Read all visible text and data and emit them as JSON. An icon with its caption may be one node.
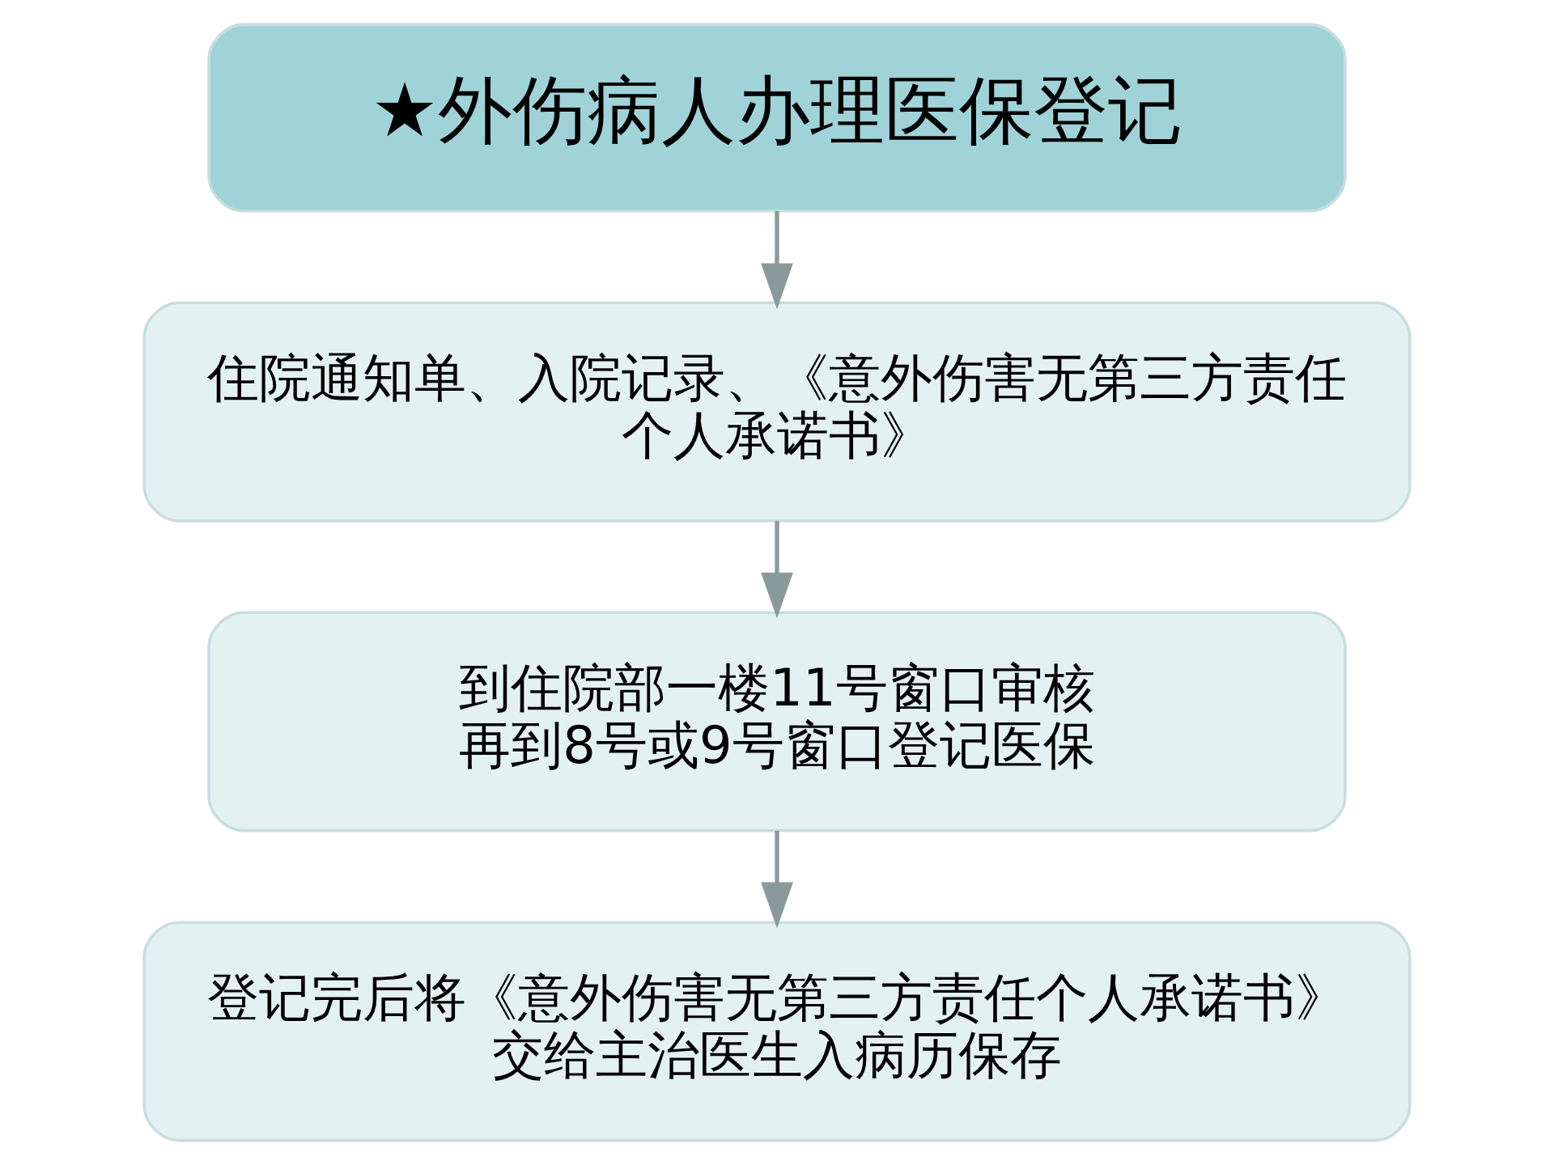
{
  "diagram": {
    "nodes": [
      {
        "text": [
          "★外伤病人办理医保登记"
        ]
      },
      {
        "text": [
          "住院通知单、入院记录、《意外伤害无第三方责任个人承诺书》"
        ]
      },
      {
        "text": [
          "到住院部一楼11号窗口审核",
          "再到8号或9号窗口登记医保"
        ]
      },
      {
        "text": [
          "登记完后将《意外伤害无第三方责任个人承诺书》交给主治医生入病历保存"
        ]
      }
    ],
    "edges": [
      {
        "from": 0,
        "to": 1,
        "arrow": "to"
      },
      {
        "from": 1,
        "to": 2,
        "arrow": "to"
      },
      {
        "from": 2,
        "to": 3,
        "arrow": "to"
      }
    ]
  }
}
